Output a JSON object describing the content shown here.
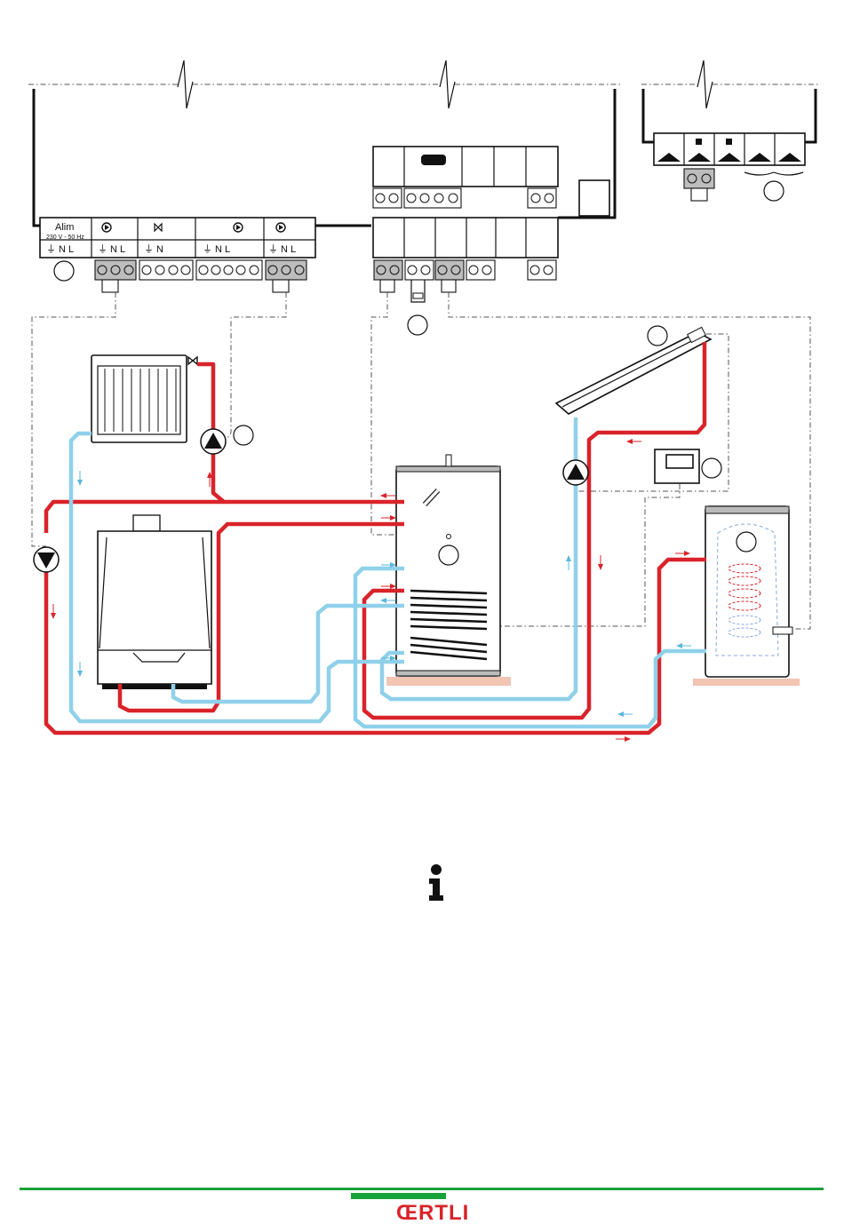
{
  "control_panel": {
    "alim_label": "Alim",
    "voltage_label": "230 V - 50 Hz",
    "terminals_1": "⏚  N  L",
    "terminals_2": "⏚ N  L",
    "terminals_3": "⏚ N",
    "terminals_4": "⏚ N  L",
    "terminals_5": "⏚ N  L"
  },
  "brand": {
    "logo_text": "ŒRTLI",
    "accent_color": "#1aa23a",
    "logo_color": "#d9232a"
  },
  "colors": {
    "hot_pipe": "#d9232a",
    "cold_pipe": "#8fd0ea"
  },
  "icons": [
    "pump-icon",
    "valve-icon",
    "thermometer-icon",
    "info-icon",
    "sensor-icon"
  ]
}
